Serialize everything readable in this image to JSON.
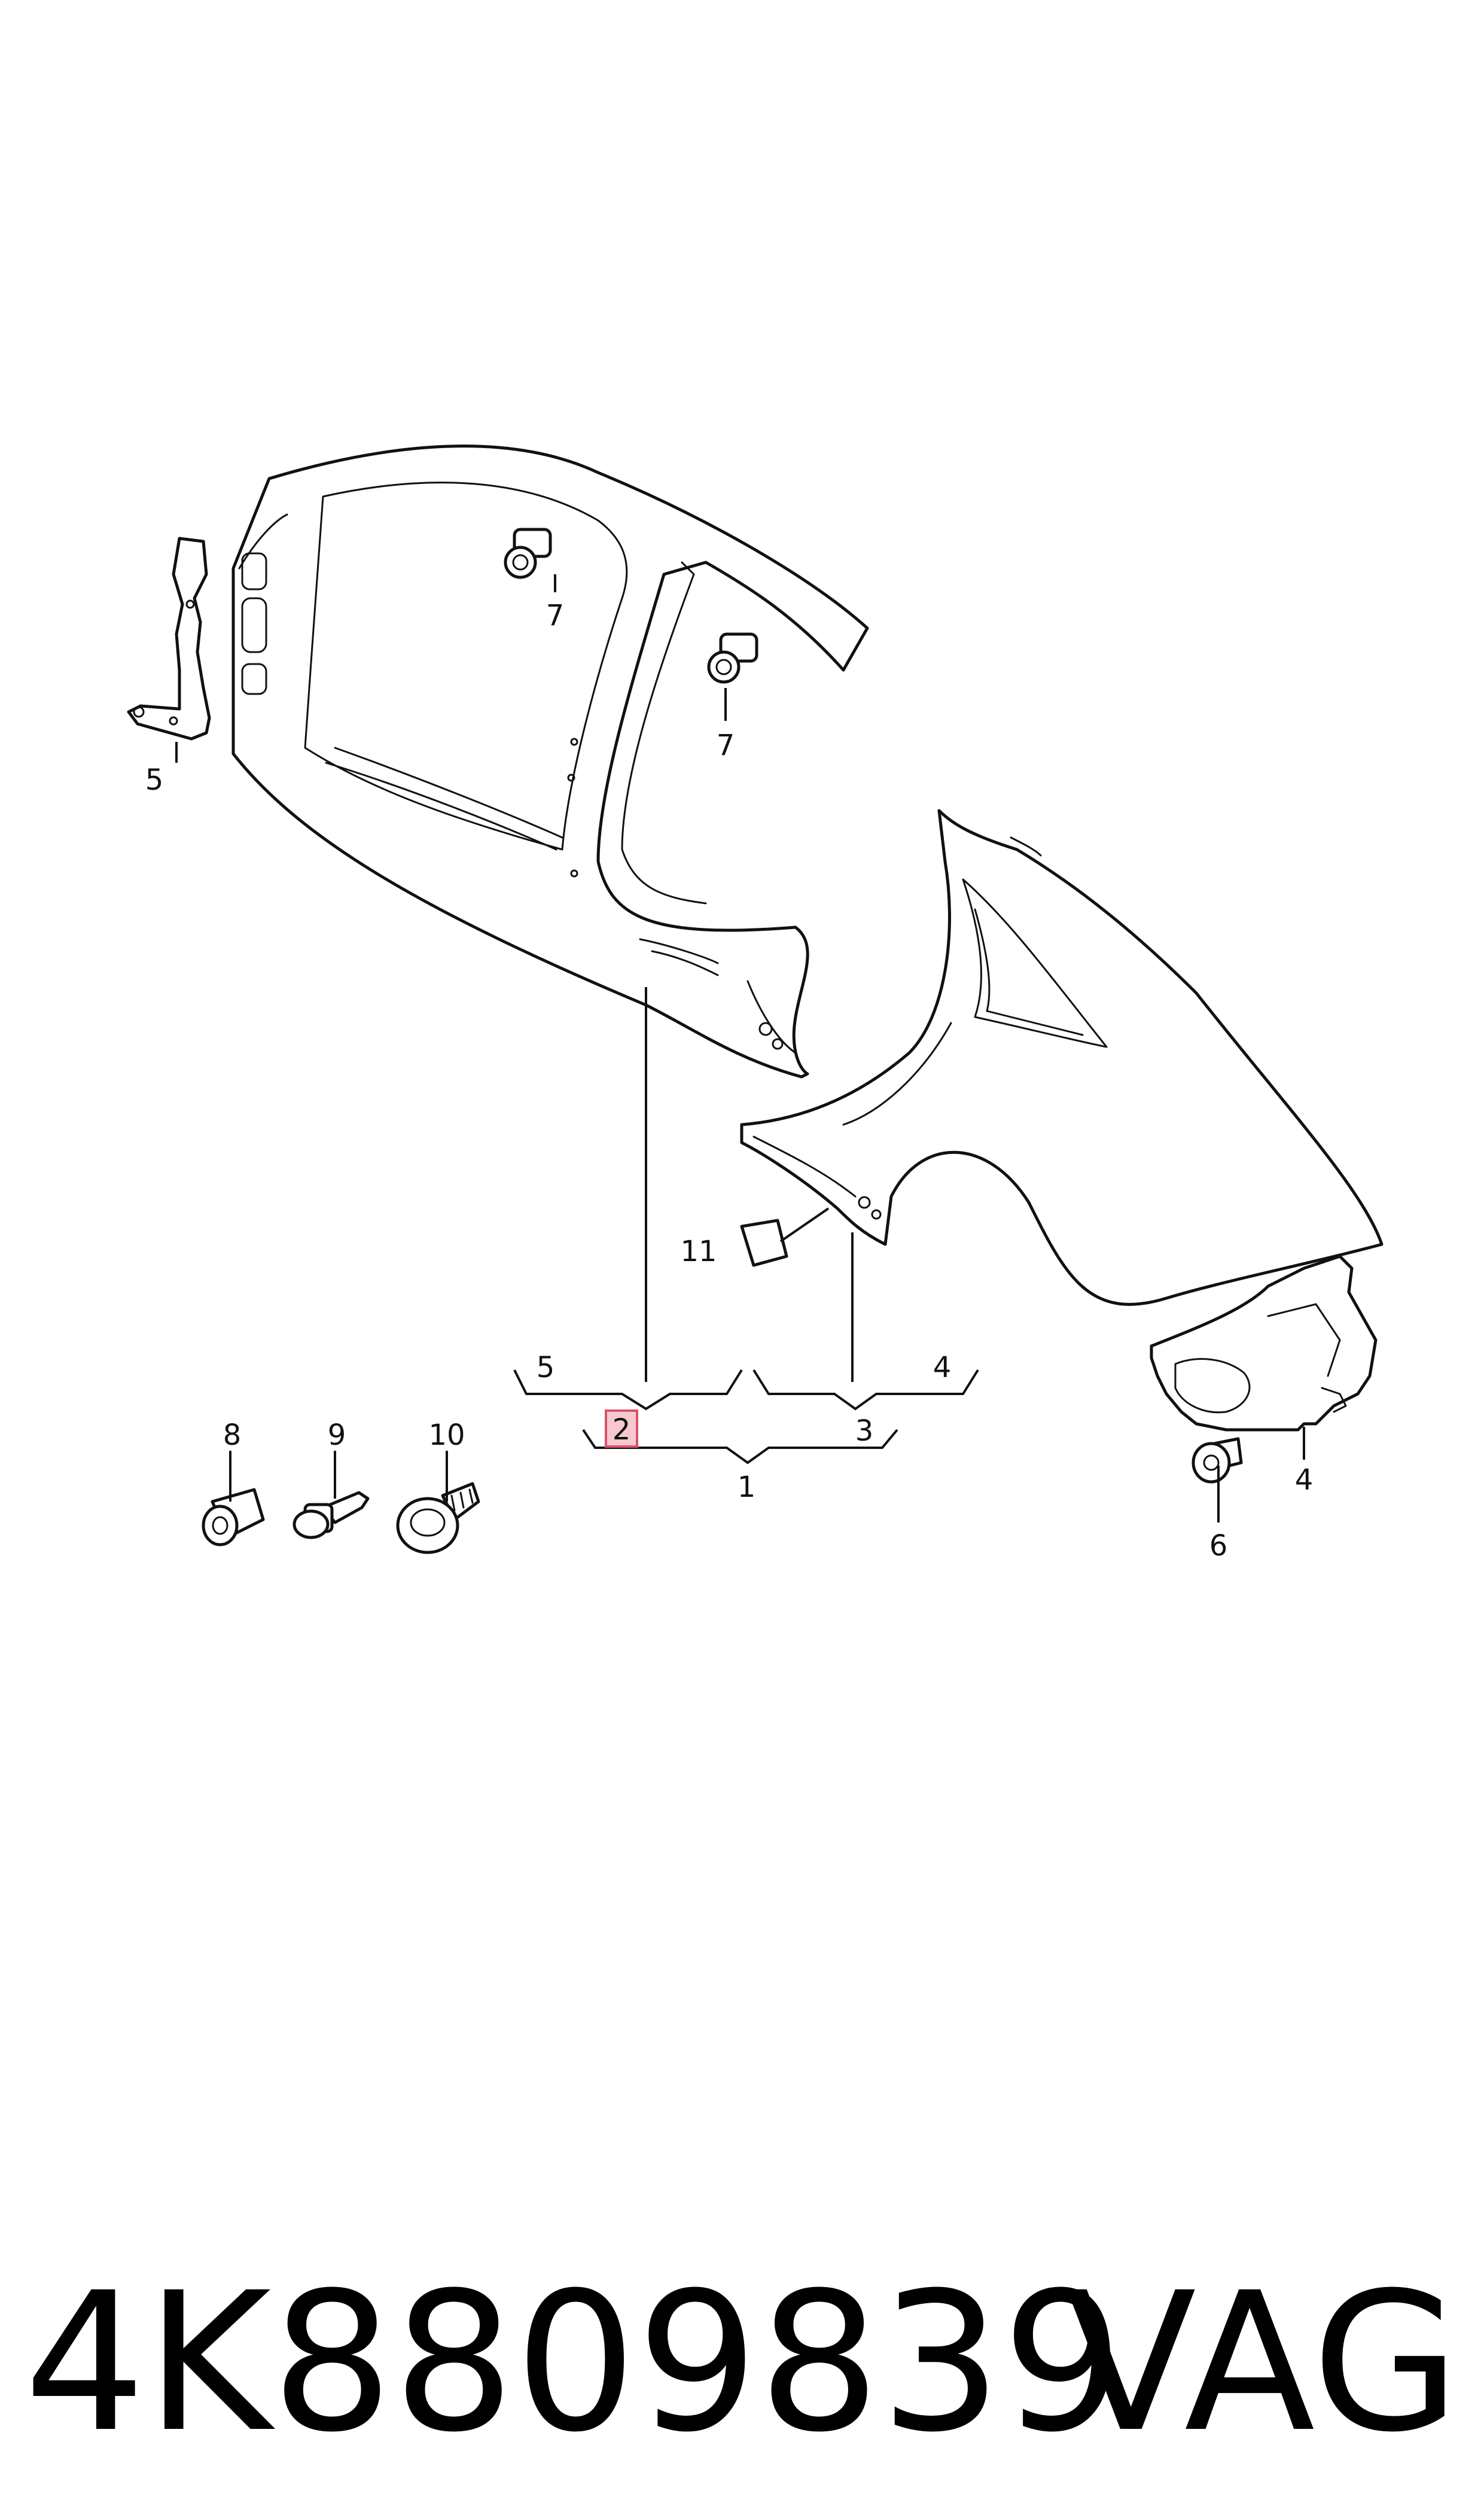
{
  "callouts": {
    "c1": "1",
    "c2": "2",
    "c3": "3",
    "c4a": "4",
    "c4b": "4",
    "c5a": "5",
    "c5b": "5",
    "c6": "6",
    "c7a": "7",
    "c7b": "7",
    "c8": "8",
    "c9": "9",
    "c10": "10",
    "c11": "11"
  },
  "colors": {
    "line": "#111111",
    "highlight_fill": "#f7c9cf",
    "highlight_stroke": "#d9536b"
  },
  "footer": {
    "part_number": "4K8809839",
    "brand": "VAG"
  }
}
